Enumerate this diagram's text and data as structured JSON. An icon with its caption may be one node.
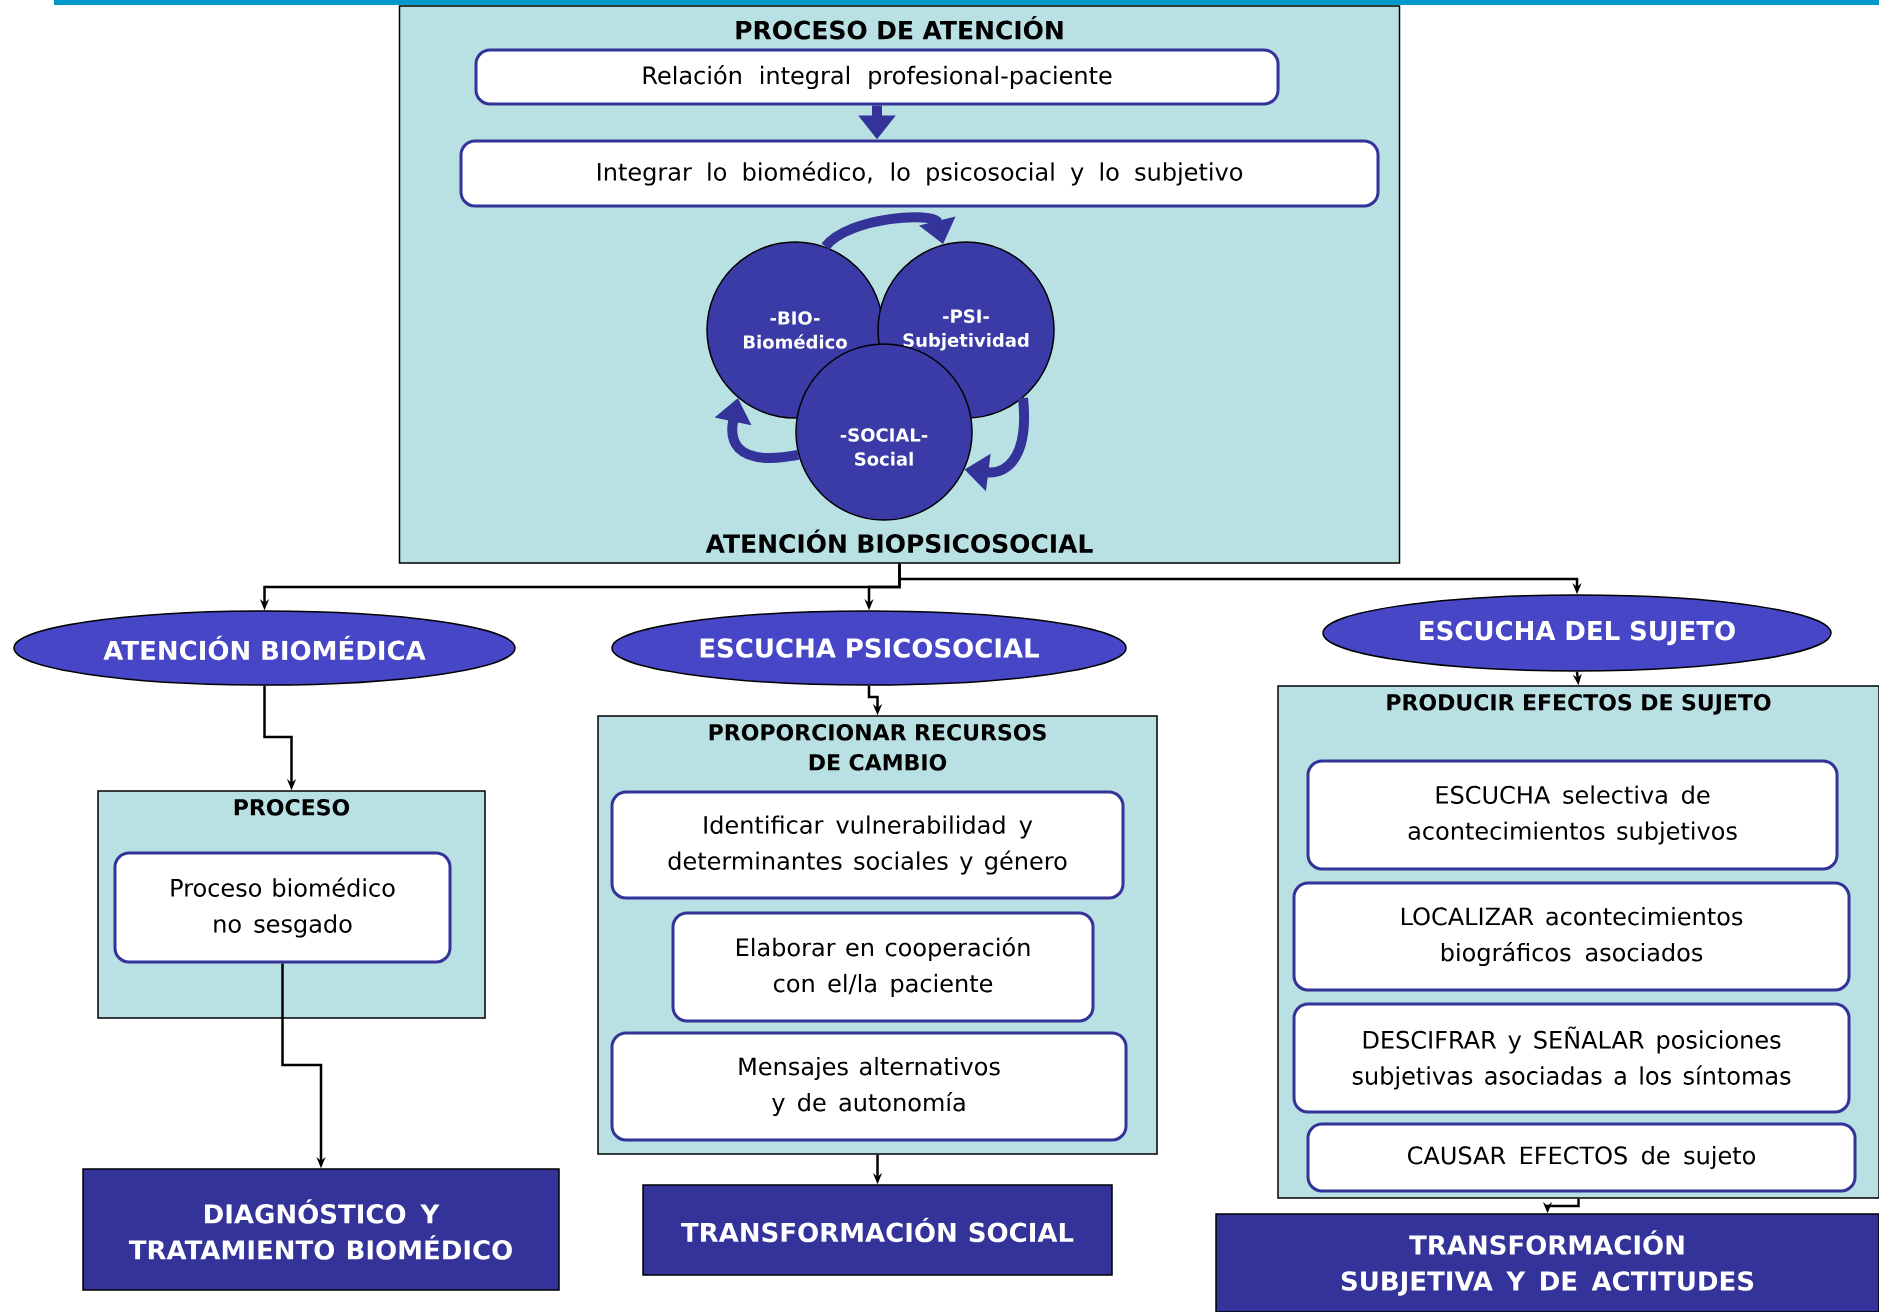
{
  "diagram": {
    "nodes": [
      {
        "text": [
          "PROCESO DE ATENCIÓN",
          "ATENCIÓN BIOPSICOSOCIAL"
        ]
      },
      {
        "text": [
          "Relación integral profesional-paciente"
        ],
        "in": 0
      },
      {
        "text": [
          "Integrar lo biomédico, lo psicosocial y lo subjetivo"
        ],
        "in": 0
      },
      {
        "text": [
          "-BIO-",
          "Biomédico"
        ],
        "in": 0
      },
      {
        "text": [
          "-PSI-",
          "Subjetividad"
        ],
        "in": 0
      },
      {
        "text": [
          "-SOCIAL-",
          "Social"
        ],
        "in": 0
      },
      {
        "text": [
          "ATENCIÓN BIOMÉDICA"
        ]
      },
      {
        "text": [
          "ESCUCHA PSICOSOCIAL"
        ]
      },
      {
        "text": [
          "ESCUCHA DEL SUJETO"
        ]
      },
      {
        "text": [
          "PROCESO"
        ]
      },
      {
        "text": [
          "Proceso biomédico no sesgado"
        ],
        "in": 9
      },
      {
        "text": [
          "DIAGNÓSTICO Y TRATAMIENTO BIOMÉDICO"
        ]
      },
      {
        "text": [
          "PROPORCIONAR RECURSOS DE CAMBIO"
        ]
      },
      {
        "text": [
          "Identificar vulnerabilidad y determinantes sociales y género"
        ],
        "in": 12
      },
      {
        "text": [
          "Elaborar en cooperación con el/la paciente"
        ],
        "in": 12
      },
      {
        "text": [
          "Mensajes alternativos y de autonomía"
        ],
        "in": 12
      },
      {
        "text": [
          "TRANSFORMACIÓN SOCIAL"
        ]
      },
      {
        "text": [
          "PRODUCIR EFECTOS DE SUJETO"
        ]
      },
      {
        "text": [
          "ESCUCHA selectiva de acontecimientos subjetivos"
        ],
        "in": 17
      },
      {
        "text": [
          "LOCALIZAR acontecimientos biográficos asociados"
        ],
        "in": 17
      },
      {
        "text": [
          "DESCIFRAR y SEÑALAR posiciones subjetivas asociadas a los síntomas"
        ],
        "in": 17
      },
      {
        "text": [
          "CAUSAR EFECTOS  de sujeto"
        ],
        "in": 17
      },
      {
        "text": [
          "TRANSFORMACIÓN SUBJETIVA Y DE ACTITUDES"
        ]
      }
    ],
    "edges": [
      {
        "from": 1,
        "to": 2,
        "arrow": "to",
        "style": "thick",
        "color": "#333399"
      },
      {
        "from": 3,
        "to": 4,
        "arrow": "to",
        "style": "thick",
        "color": "#333399"
      },
      {
        "from": 4,
        "to": 5,
        "arrow": "to",
        "style": "thick",
        "color": "#333399"
      },
      {
        "from": 5,
        "to": 3,
        "arrow": "to",
        "style": "thick",
        "color": "#333399"
      },
      {
        "from": 0,
        "to": 6,
        "arrow": "to"
      },
      {
        "from": 0,
        "to": 7,
        "arrow": "to"
      },
      {
        "from": 0,
        "to": 8,
        "arrow": "to"
      },
      {
        "from": 6,
        "to": 9,
        "arrow": "to"
      },
      {
        "from": 10,
        "to": 11,
        "arrow": "to"
      },
      {
        "from": 7,
        "to": 12,
        "arrow": "to"
      },
      {
        "from": 12,
        "to": 16,
        "arrow": "to"
      },
      {
        "from": 8,
        "to": 17,
        "arrow": "to"
      },
      {
        "from": 17,
        "to": 22,
        "arrow": "to"
      }
    ]
  }
}
